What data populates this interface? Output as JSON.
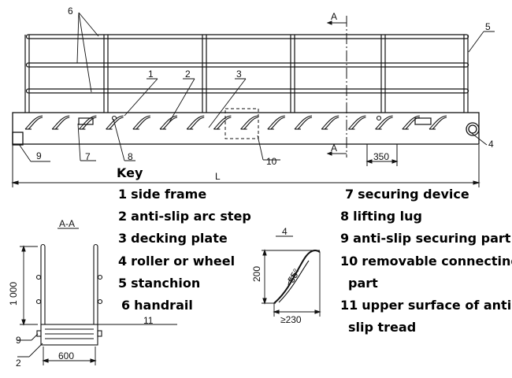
{
  "key": {
    "title": "Key",
    "items": [
      {
        "num": "1",
        "text": "side frame"
      },
      {
        "num": "2",
        "text": "anti-slip arc step"
      },
      {
        "num": "3",
        "text": "decking plate"
      },
      {
        "num": "4",
        "text": "roller or wheel"
      },
      {
        "num": "5",
        "text": "stanchion"
      },
      {
        "num": "6",
        "text": "handrail"
      },
      {
        "num": "7",
        "text": "securing device"
      },
      {
        "num": "8",
        "text": "lifting lug"
      },
      {
        "num": "9",
        "text": "anti-slip securing part"
      },
      {
        "num": "10",
        "text": "removable connecting"
      },
      {
        "num": "",
        "text": "part"
      },
      {
        "num": "11",
        "text": "upper surface of anti-"
      },
      {
        "num": "",
        "text": "slip tread"
      }
    ]
  },
  "callouts": {
    "c1": "1",
    "c2": "2",
    "c3": "3",
    "c4": "4",
    "c5": "5",
    "c6": "6",
    "c7": "7",
    "c8": "8",
    "c9": "9",
    "c10": "10",
    "section_top": "A",
    "section_bottom": "A",
    "dim_350": "350",
    "dim_L": "L"
  },
  "section_view": {
    "title": "A-A",
    "height_dim": "1 000",
    "width_dim": "600",
    "c9": "9",
    "c2": "2",
    "c11": "11"
  },
  "detail_view": {
    "title": "4",
    "height_dim": "200",
    "angle": "55°",
    "width_dim": "≥230"
  }
}
